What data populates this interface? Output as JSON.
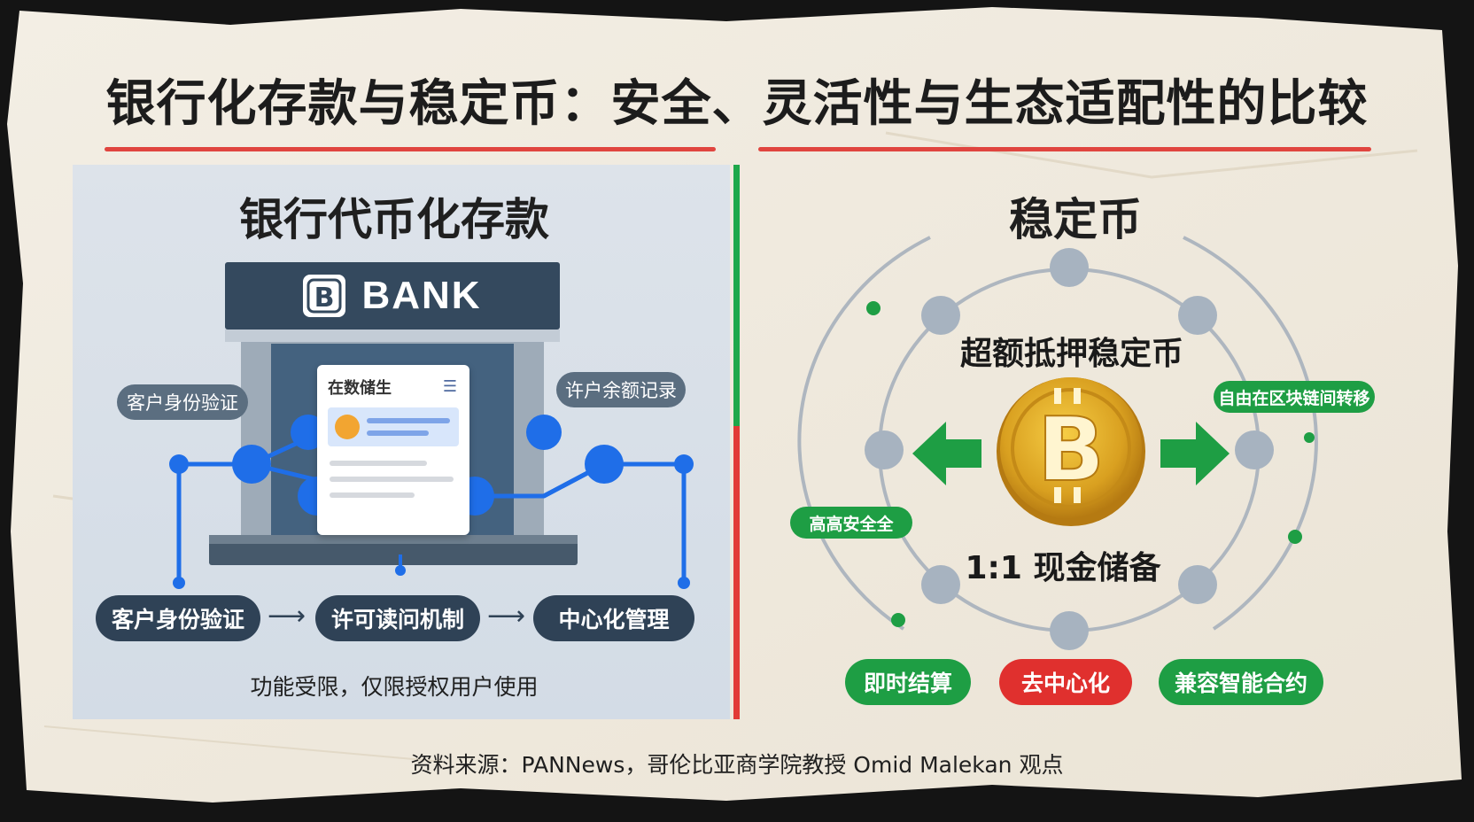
{
  "title": "银行化存款与稳定币：安全、灵活性与生态适配性的比较",
  "left": {
    "heading": "银行代币化存款",
    "bank_sign": "BANK",
    "card_title": "在数储生",
    "label_left": "客户身份验证",
    "label_right": "许户余额记录",
    "steps": [
      "客户身份验证",
      "许可读问机制",
      "中心化管理"
    ],
    "arrow": "⟶",
    "caption": "功能受限，仅限授权用户使用"
  },
  "right": {
    "heading": "稳定币",
    "upper_text": "超额抵押稳定币",
    "lower_text": "1:1 现金储备",
    "tag_right": "自由在区块链间转移",
    "tag_left": "高高安全全",
    "bottom_tags": [
      "即时结算",
      "去中心化",
      "兼容智能合约"
    ]
  },
  "source": "资料来源：PANNews，哥伦比亚商学院教授 Omid Malekan 观点",
  "colors": {
    "title_underline": "#e0453f",
    "bank_navy": "#34495e",
    "node_blue": "#1f6ee8",
    "green": "#1e9e44",
    "red": "#e0302e",
    "coin_gold": "#d9a020"
  },
  "icons": [
    "bank-logo-icon",
    "bitcoin-icon",
    "arrow-left-icon",
    "arrow-right-icon",
    "menu-icon"
  ]
}
